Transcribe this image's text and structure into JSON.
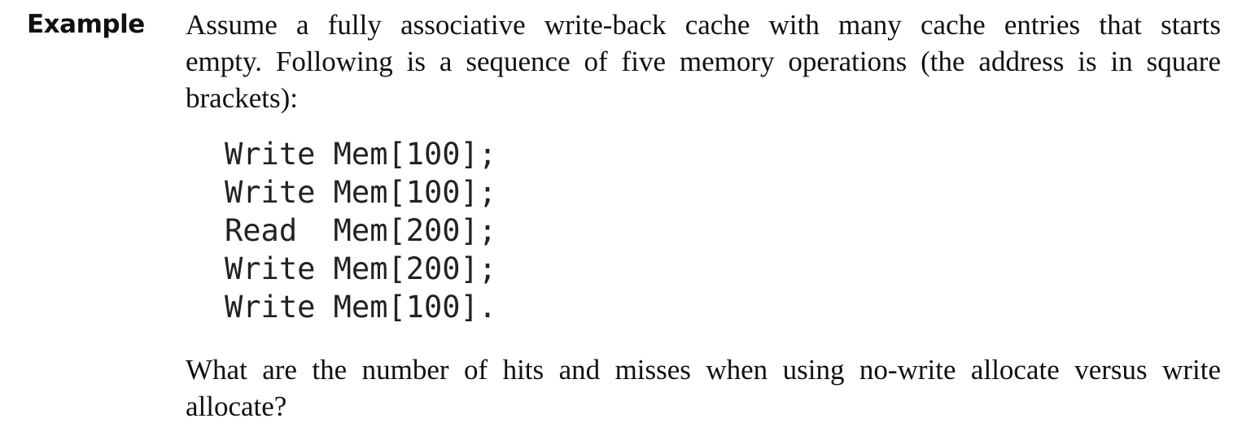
{
  "label": "Example",
  "intro_lines": [
    "Assume a fully associative write-back cache with many cache entries that starts",
    "empty. Following is a sequence of five memory operations (the address is in square",
    "brackets):"
  ],
  "code_lines": [
    "Write Mem[100];",
    "Write Mem[100];",
    "Read  Mem[200];",
    "Write Mem[200];",
    "Write Mem[100]."
  ],
  "question_lines": [
    "What are the number of hits and misses when using no-write allocate versus write",
    "allocate?"
  ]
}
